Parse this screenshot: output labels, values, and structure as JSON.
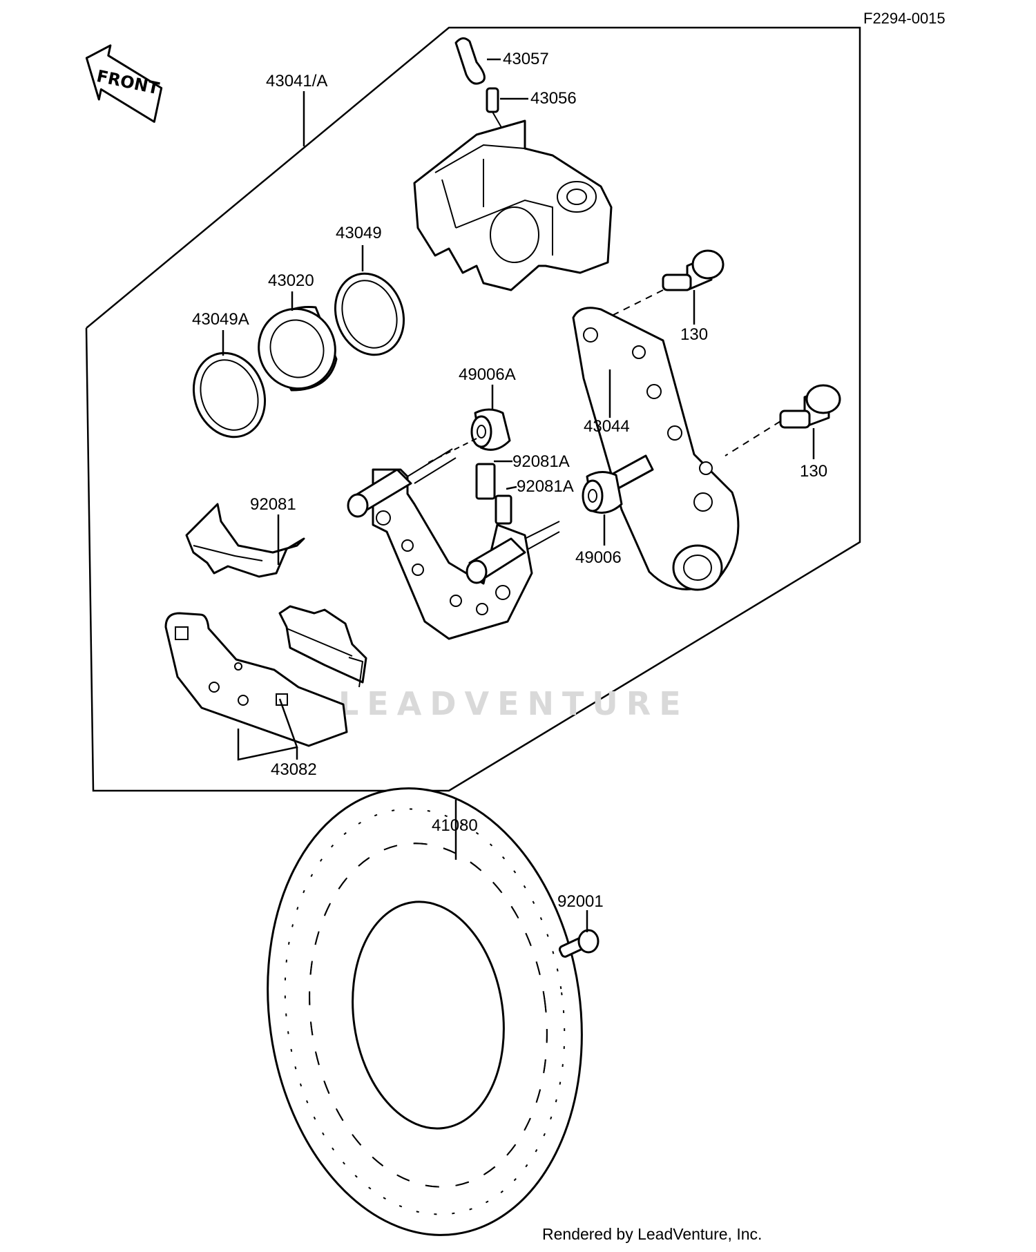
{
  "figure_code": "F2294-0015",
  "front_badge": "FRONT",
  "watermark": "LEADVENTURE",
  "footer": "Rendered by LeadVenture, Inc.",
  "labels": {
    "p43041A": "43041/A",
    "p43057": "43057",
    "p43056": "43056",
    "p43049": "43049",
    "p43020": "43020",
    "p43049A": "43049A",
    "p49006A": "49006A",
    "p43044": "43044",
    "p130a": "130",
    "p130b": "130",
    "p92081A_1": "92081A",
    "p92081A_2": "92081A",
    "p92081": "92081",
    "p49006": "49006",
    "p43082": "43082",
    "p41080": "41080",
    "p92001": "92001"
  }
}
